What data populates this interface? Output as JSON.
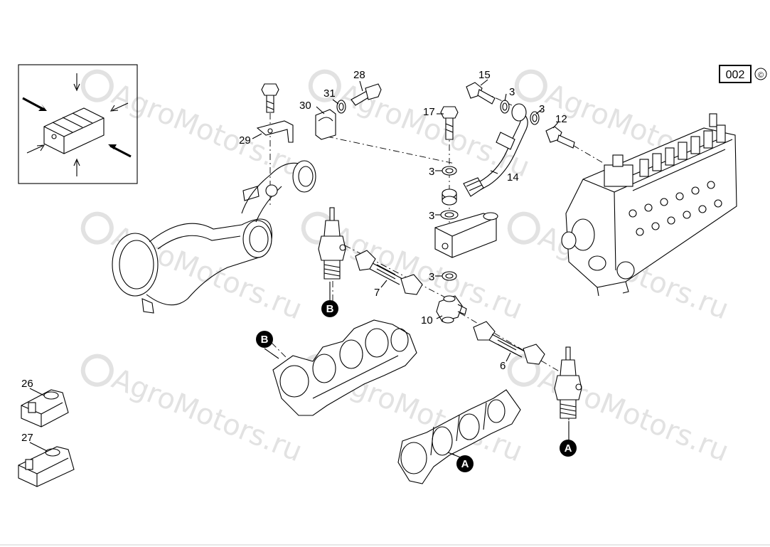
{
  "page_code": "002",
  "copyright_symbol": "©",
  "watermark": "AgroMotors.ru",
  "part_labels": {
    "p28": "28",
    "p31": "31",
    "p30": "30",
    "p29": "29",
    "p15": "15",
    "p3a": "3",
    "p3b": "3",
    "p17": "17",
    "p12": "12",
    "p3c": "3",
    "p14": "14",
    "p3d": "3",
    "p3e": "3",
    "p7": "7",
    "p10": "10",
    "p6": "6",
    "p26": "26",
    "p27": "27"
  },
  "ref_markers": {
    "b_top": "B",
    "b_left": "B",
    "a_bottom": "A",
    "a_right": "A"
  }
}
